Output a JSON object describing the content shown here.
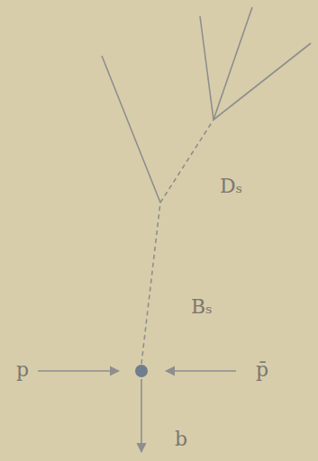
{
  "diagram": {
    "labels": [
      "Dₛ",
      "Bₛ",
      "p",
      "p̄",
      "b"
    ]
  }
}
